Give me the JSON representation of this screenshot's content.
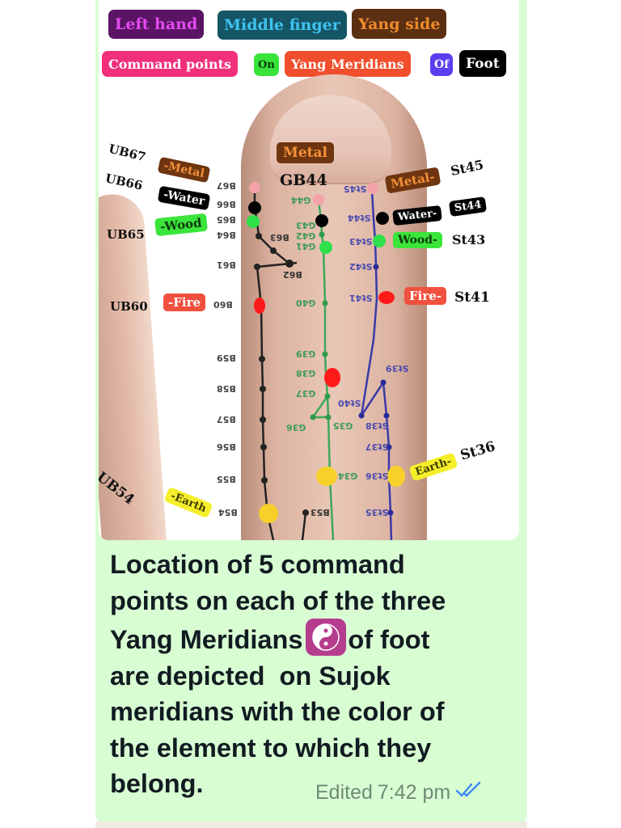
{
  "header_tags": {
    "row1": [
      {
        "text": "Left hand",
        "bg": "#5a1463",
        "fg": "#e34bf0"
      },
      {
        "text": "Middle finger",
        "bg": "#155565",
        "fg": "#3ec3ef"
      },
      {
        "text": "Yang side",
        "bg": "#5b2f12",
        "fg": "#f08a2c"
      }
    ],
    "row2": [
      {
        "text": "Command points",
        "bg": "#f0307a",
        "fg": "#ffffff"
      },
      {
        "text": "On",
        "bg": "#39e33a",
        "fg": "#0b3b0b"
      },
      {
        "text": "Yang Meridians",
        "bg": "#f04e2c",
        "fg": "#ffffff"
      },
      {
        "text": "Of",
        "bg": "#5a3ef0",
        "fg": "#ffffff"
      },
      {
        "text": "Foot",
        "bg": "#000000",
        "fg": "#ffffff"
      }
    ]
  },
  "diagram": {
    "meridians": {
      "bladder": {
        "color": "#1a1a1a",
        "labels": [
          "UB67",
          "UB66",
          "UB65",
          "UB60",
          "UB54"
        ],
        "elements": [
          "-Metal",
          "-Water",
          "-Wood",
          "-Fire",
          "-Earth"
        ],
        "points": [
          "B67",
          "B66",
          "B65",
          "B64",
          "B63",
          "B62",
          "B61",
          "B60",
          "B59",
          "B58",
          "B57",
          "B56",
          "B55",
          "B54",
          "B53"
        ]
      },
      "gallbladder": {
        "color": "#2e9a4a",
        "labels": [
          "GB44"
        ],
        "elements": [
          "Metal"
        ],
        "points": [
          "G44",
          "G43",
          "G42",
          "G41",
          "G40",
          "G39",
          "G38",
          "G37",
          "G36",
          "G35",
          "G34"
        ]
      },
      "stomach": {
        "color": "#3a3aa8",
        "labels": [
          "St45",
          "St44",
          "St43",
          "St41",
          "St36"
        ],
        "elements": [
          "Metal-",
          "Water-",
          "Wood-",
          "Fire-",
          "Earth-"
        ],
        "points": [
          "St45",
          "St44",
          "St43",
          "St42",
          "St41",
          "St40",
          "St39",
          "St38",
          "St37",
          "St36",
          "St35"
        ]
      }
    },
    "element_colors": {
      "metal": "#f4a3a8",
      "water": "#000000",
      "wood": "#2ee04a",
      "fire": "#ff1a1a",
      "earth": "#f7d12a"
    },
    "element_tag_colors": {
      "metal_bg": "#6e3510",
      "metal_fg": "#f5913a",
      "water_bg": "#000000",
      "water_fg": "#ffffff",
      "wood_bg": "#3be53a",
      "wood_fg": "#0f3a0f",
      "fire_bg": "#f2503e",
      "fire_fg": "#ffffff",
      "earth_bg": "#f5ee2a",
      "earth_fg": "#3b3a00"
    }
  },
  "message": {
    "lines": [
      "Location of 5 command",
      "points on each of the three",
      "Yang Meridians",
      "of foot",
      "are depicted  on Sujok",
      "meridians with the color of",
      "the element to which they",
      "belong."
    ],
    "emoji": "yin-yang",
    "edited_label": "Edited",
    "time": "7:42 pm",
    "status": "read",
    "tick_color": "#3d8bf2"
  },
  "colors": {
    "bubble_bg": "#d9fdd3",
    "text": "#111b21",
    "meta_text": "#6f8a74"
  }
}
